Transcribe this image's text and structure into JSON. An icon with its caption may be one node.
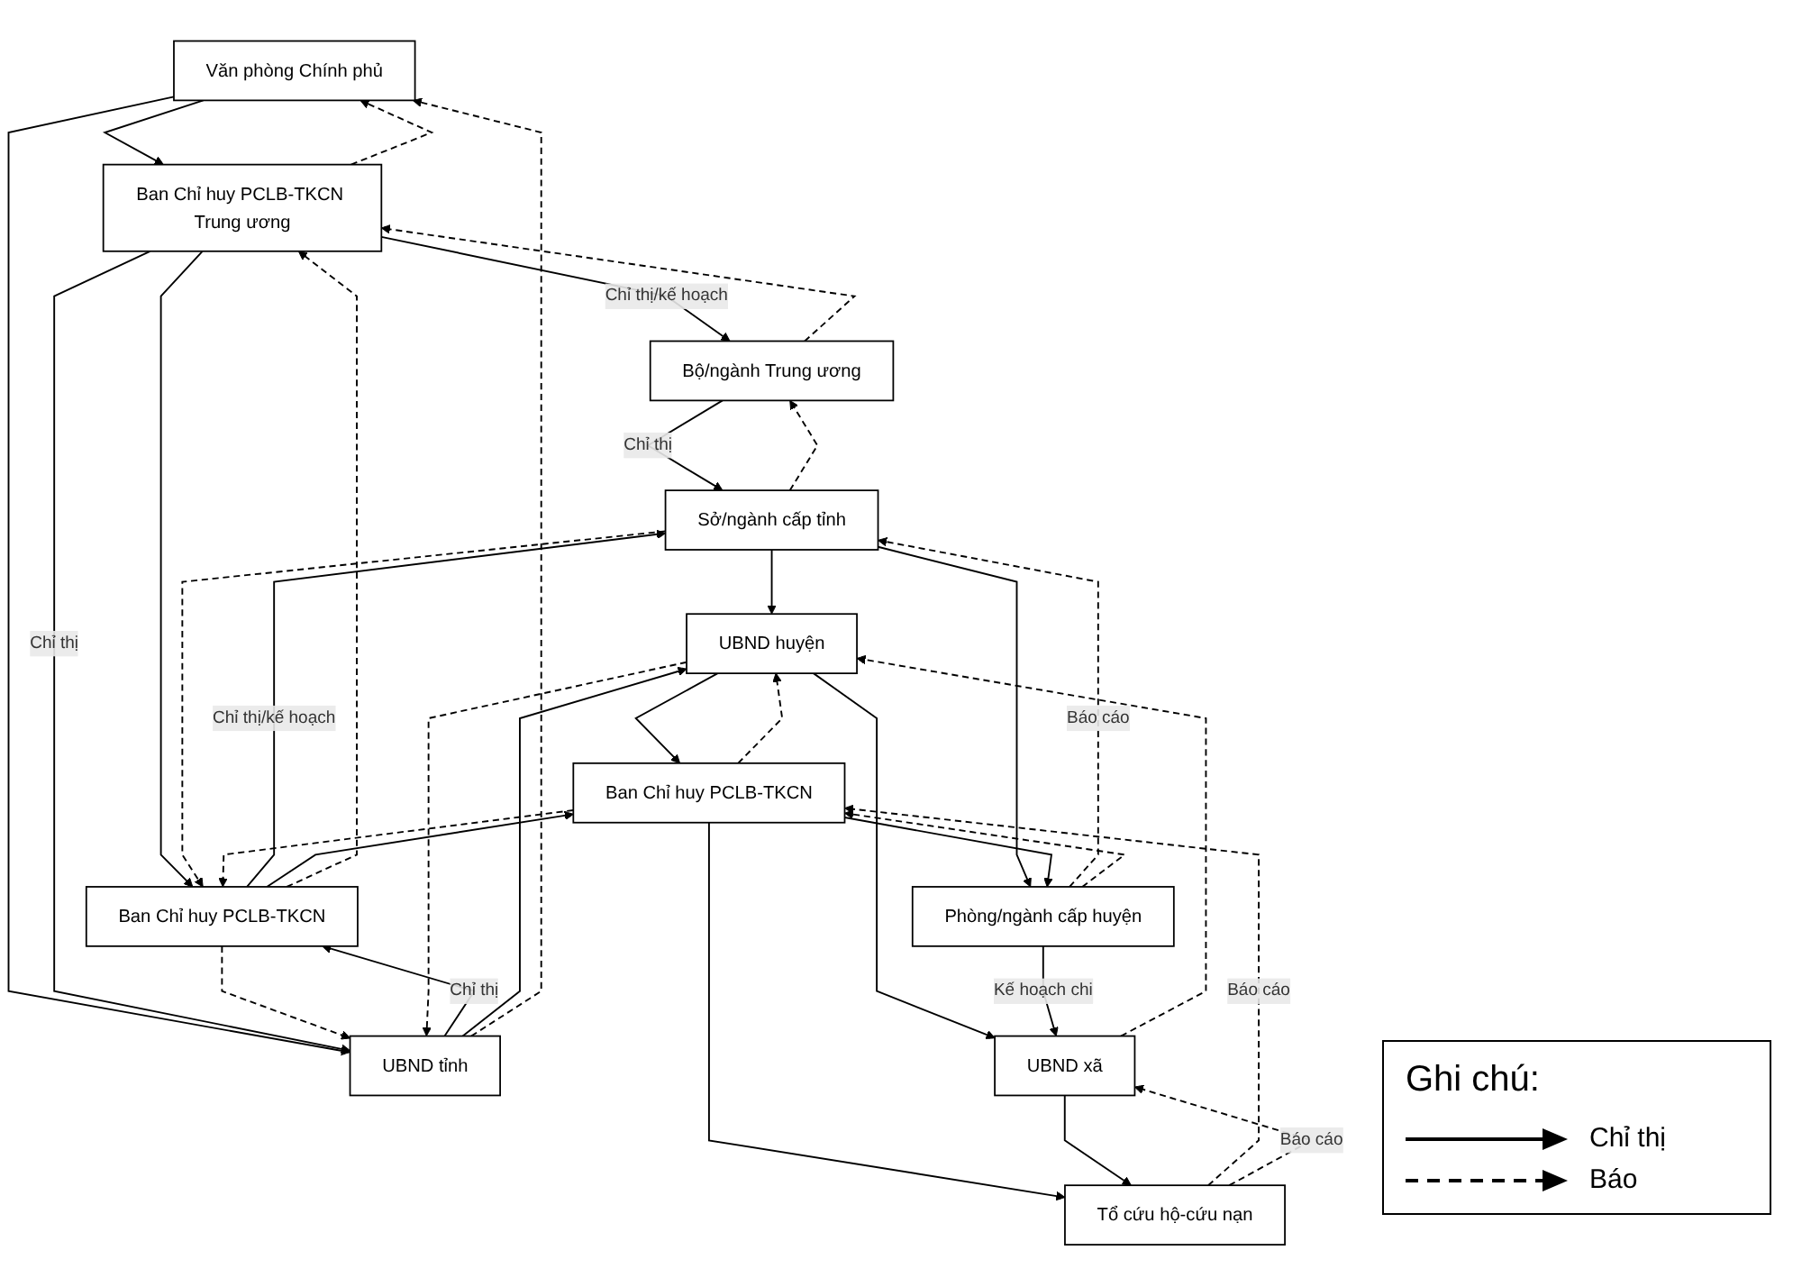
{
  "diagram": {
    "nodes": [
      {
        "text": [
          "Văn phòng Chính phủ"
        ]
      },
      {
        "text": [
          "Ban Chỉ huy PCLB-TKCN Trung ương"
        ]
      },
      {
        "text": [
          "Bộ/ngành Trung ương"
        ]
      },
      {
        "text": [
          "UBND tỉnh"
        ]
      },
      {
        "text": [
          "Ban Chỉ huy PCLB-TKCN"
        ]
      },
      {
        "text": [
          "Sở/ngành cấp tỉnh"
        ]
      },
      {
        "text": [
          "UBND huyện"
        ]
      },
      {
        "text": [
          "Ban Chỉ huy PCLB-TKCN"
        ]
      },
      {
        "text": [
          "Phòng/ngành cấp huyện"
        ]
      },
      {
        "text": [
          "UBND xã"
        ]
      },
      {
        "text": [
          "Tổ cứu hộ-cứu nạn"
        ]
      }
    ],
    "edges": [
      {
        "from": 0,
        "to": 1,
        "arrow": "to"
      },
      {
        "from": 1,
        "to": 2,
        "arrow": "to",
        "label": "Chỉ thị/kế hoạch"
      },
      {
        "from": 0,
        "to": 3,
        "arrow": "to"
      },
      {
        "from": 1,
        "to": 3,
        "arrow": "to",
        "label": "Chỉ thị"
      },
      {
        "from": 1,
        "to": 4,
        "arrow": "to"
      },
      {
        "from": 2,
        "to": 5,
        "arrow": "to",
        "label": "Chỉ thị"
      },
      {
        "from": 3,
        "to": 4,
        "arrow": "to",
        "label": "Chỉ thị"
      },
      {
        "from": 4,
        "to": 5,
        "arrow": "to",
        "label": "Chỉ thị/kế hoạch"
      },
      {
        "from": 3,
        "to": 6,
        "arrow": "to"
      },
      {
        "from": 5,
        "to": 6,
        "arrow": "to"
      },
      {
        "from": 5,
        "to": 8,
        "arrow": "to"
      },
      {
        "from": 4,
        "to": 7,
        "arrow": "to"
      },
      {
        "from": 6,
        "to": 7,
        "arrow": "to"
      },
      {
        "from": 7,
        "to": 8,
        "arrow": "to"
      },
      {
        "from": 6,
        "to": 9,
        "arrow": "to"
      },
      {
        "from": 8,
        "to": 9,
        "arrow": "to",
        "label": "Kế hoạch chi"
      },
      {
        "from": 7,
        "to": 10,
        "arrow": "to"
      },
      {
        "from": 9,
        "to": 10,
        "arrow": "to"
      },
      {
        "from": 1,
        "to": 0,
        "arrow": "to",
        "style": "dashed"
      },
      {
        "from": 2,
        "to": 1,
        "arrow": "to",
        "style": "dashed"
      },
      {
        "from": 3,
        "to": 0,
        "arrow": "to",
        "style": "dashed"
      },
      {
        "from": 4,
        "to": 1,
        "arrow": "to",
        "style": "dashed"
      },
      {
        "from": 5,
        "to": 2,
        "arrow": "to",
        "style": "dashed"
      },
      {
        "from": 4,
        "to": 3,
        "arrow": "to",
        "style": "dashed"
      },
      {
        "from": 5,
        "to": 4,
        "arrow": "to",
        "style": "dashed"
      },
      {
        "from": 6,
        "to": 3,
        "arrow": "to",
        "style": "dashed"
      },
      {
        "from": 8,
        "to": 5,
        "arrow": "to",
        "style": "dashed",
        "label": "Báo cáo"
      },
      {
        "from": 7,
        "to": 4,
        "arrow": "to",
        "style": "dashed"
      },
      {
        "from": 7,
        "to": 6,
        "arrow": "to",
        "style": "dashed"
      },
      {
        "from": 8,
        "to": 7,
        "arrow": "to",
        "style": "dashed"
      },
      {
        "from": 9,
        "to": 6,
        "arrow": "to",
        "style": "dashed"
      },
      {
        "from": 10,
        "to": 7,
        "arrow": "to",
        "style": "dashed",
        "label": "Báo cáo"
      },
      {
        "from": 10,
        "to": 9,
        "arrow": "to",
        "style": "dashed",
        "label": "Báo cáo"
      }
    ],
    "labels": [
      "Ghi chú:"
    ],
    "legend": [
      {
        "text": "Chỉ thị"
      },
      {
        "text": "Báo"
      }
    ]
  }
}
